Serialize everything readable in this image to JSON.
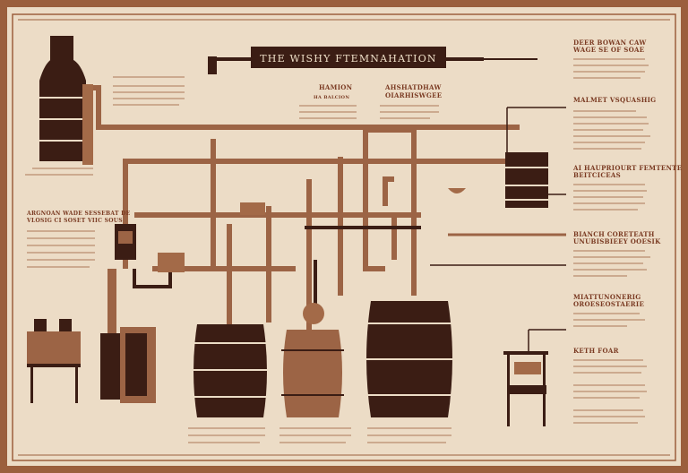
{
  "title": "THE WISHY FTEMNAHATION",
  "colors": {
    "frame": "#9b5f3d",
    "paper": "#ecdcc6",
    "dark": "#3b1d14",
    "copper": "#9c6445",
    "text": "#7a3a22"
  },
  "sections": {
    "center_left": {
      "heading": "HAMION",
      "sub": "HA BALCION"
    },
    "center_right": {
      "heading": "AHSHATDHAW",
      "sub": "OIARHISWGEE"
    },
    "right_1": {
      "heading": "DEER BOWAN CAW",
      "sub": "WAGE SE OF SOAE"
    },
    "right_2": {
      "heading": "MALMET VSQUASHIG"
    },
    "right_3": {
      "heading": "AI HAUPRIOURT FEMTENTE",
      "sub": "BEITCICEAS"
    },
    "right_4": {
      "heading": "BIANCH CORETEATH",
      "sub": "UNUBISBIEEY OOESIK"
    },
    "right_5": {
      "heading": "MIATTUNONERIG",
      "sub": "OROESEOSTAERIE"
    },
    "right_6": {
      "heading": "KETH FOAR"
    },
    "left_1": {
      "heading": "ARGNOAN WADE SESSEBAT DE",
      "sub": "VLOSIG CI SOSET VIIC SOUS"
    }
  }
}
